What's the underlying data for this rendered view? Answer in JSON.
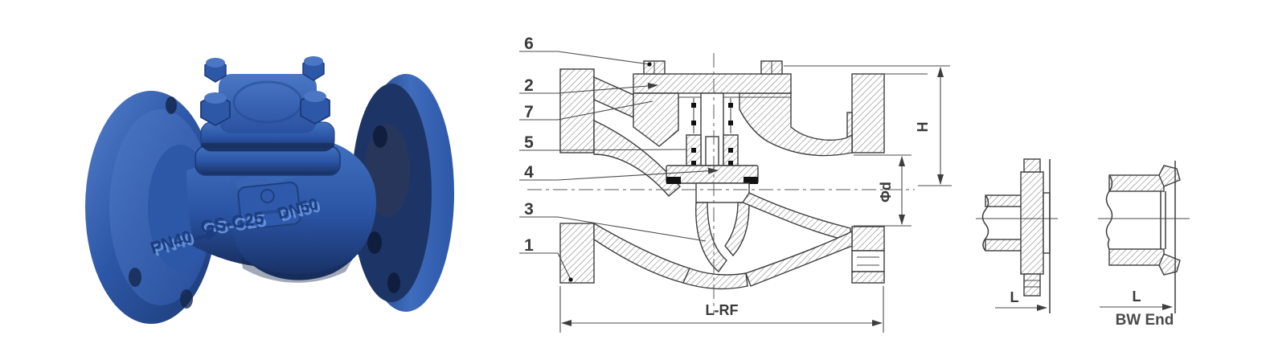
{
  "figure": {
    "description": "Flanged lift check valve - product photo with sectional drawing and end details"
  },
  "product_photo": {
    "markings": {
      "material": "GS-C25",
      "size": "DN50",
      "rating": "PN40"
    },
    "colors": {
      "body_blue": "#2d57a7",
      "shadow_blue": "#1b3a78",
      "highlight_blue": "#5c86cf",
      "deep_navy": "#15284f"
    }
  },
  "drawing": {
    "stroke_color": "#3d3d3d",
    "callouts": [
      {
        "num": "6"
      },
      {
        "num": "2"
      },
      {
        "num": "7"
      },
      {
        "num": "5"
      },
      {
        "num": "4"
      },
      {
        "num": "3"
      },
      {
        "num": "1"
      }
    ],
    "dimensions": {
      "height_label": "H",
      "bore_label": "Φd",
      "face_to_face_label": "L-RF"
    },
    "details": {
      "flange_end": {
        "length_label": "L"
      },
      "butt_weld_end": {
        "length_label": "L",
        "caption": "BW End"
      }
    }
  }
}
